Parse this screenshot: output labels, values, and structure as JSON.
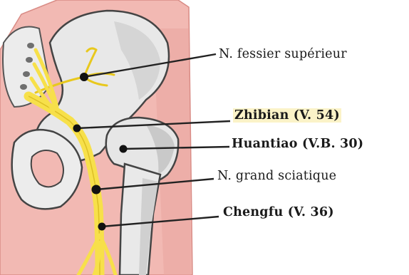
{
  "labels": [
    {
      "id": "n-fessier-superieur",
      "text": "N. fessier supérieur"
    },
    {
      "id": "zhibian",
      "text": "Zhibian (V. 54)"
    },
    {
      "id": "huantiao",
      "text": "Huantiao (V.B. 30)"
    },
    {
      "id": "n-grand-sciatique",
      "text": "N. grand sciatique"
    },
    {
      "id": "chengfu",
      "text": "Chengfu (V. 36)"
    }
  ],
  "colors": {
    "skin": "#f2b9b3",
    "bone": "#e9e9e9",
    "nerve": "#f7e04a",
    "point": "#111111",
    "line": "#222222"
  }
}
